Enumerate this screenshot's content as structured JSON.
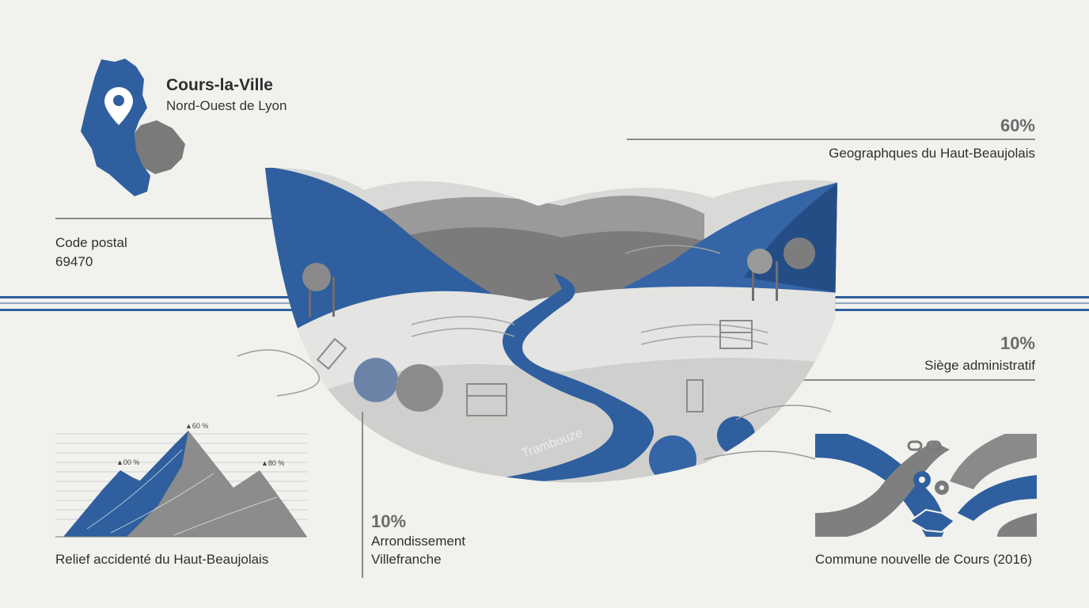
{
  "location": {
    "title": "Cours-la-Ville",
    "subtitle": "Nord-Ouest de Lyon"
  },
  "postal": {
    "label": "Code postal",
    "value": "69470"
  },
  "stat_geo": {
    "percent": "60%",
    "label": "Geographques du Haut-Beaujolais"
  },
  "stat_siege": {
    "percent": "10%",
    "label": "Siège administratif"
  },
  "stat_arr": {
    "percent": "10%",
    "label_line1": "Arrondissement",
    "label_line2": "Villefranche"
  },
  "relief": {
    "caption": "Relief accidenté du Haut-Beaujolais",
    "peak_labels": [
      "▲00 %",
      "▲60 %",
      "▲80 %"
    ]
  },
  "river": {
    "name": "Trambouze"
  },
  "commune": {
    "caption": "Commune nouvelle de Cours (2016)"
  },
  "colors": {
    "blue": "#2f5f9e",
    "grey": "#8a8a8a",
    "background": "#f1f1ee"
  }
}
